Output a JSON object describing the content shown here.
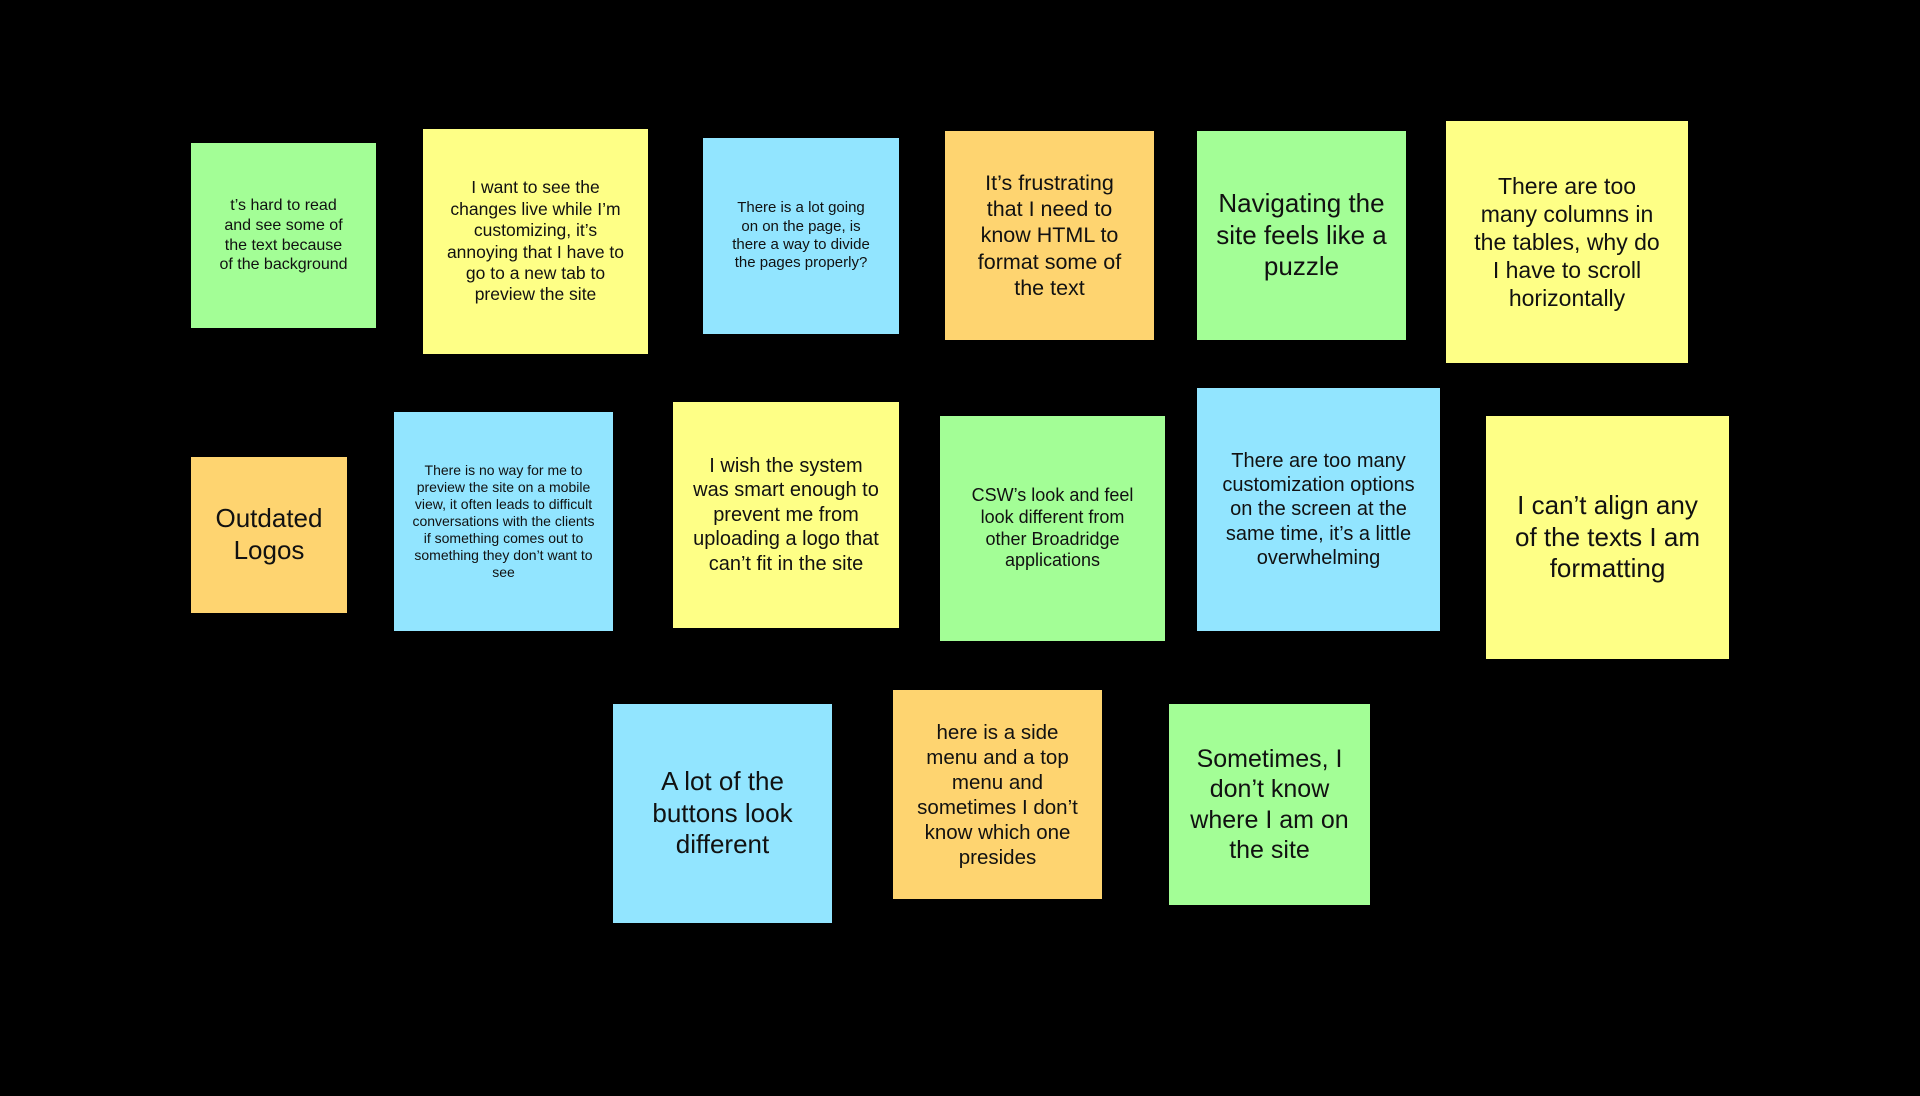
{
  "board": {
    "colors": {
      "background": "#000000",
      "green": "#a3fe96",
      "yellow": "#feff86",
      "blue": "#92e5ff",
      "orange": "#fed470"
    },
    "notes": [
      {
        "text": "t’s hard to read and see some of the text because of the background",
        "color": "green"
      },
      {
        "text": "I want to see the changes live while I’m customizing, it’s annoying that I have to go to a new tab to preview the site",
        "color": "yellow"
      },
      {
        "text": "There is a lot going on on the page, is there a way to divide the pages properly?",
        "color": "blue"
      },
      {
        "text": "It’s frustrating that I need to know HTML to format some of the text",
        "color": "orange"
      },
      {
        "text": "Navigating the site feels like a puzzle",
        "color": "green"
      },
      {
        "text": "There are too many columns in the tables, why do I have to scroll horizontally",
        "color": "yellow"
      },
      {
        "text": "Outdated Logos",
        "color": "orange"
      },
      {
        "text": "There is no way for me to preview the site on a mobile view, it often leads to difficult conversations with the clients if something comes out to something they don’t want to see",
        "color": "blue"
      },
      {
        "text": "I wish the system was smart enough to prevent me from uploading a logo that can’t fit in the site",
        "color": "yellow"
      },
      {
        "text": "CSW’s look and feel look different from other Broadridge applications",
        "color": "green"
      },
      {
        "text": "There are too many customization options on the screen at the same time, it’s a little overwhelming",
        "color": "blue"
      },
      {
        "text": "I can’t align any of the texts I am formatting",
        "color": "yellow"
      },
      {
        "text": "A lot of the buttons look different",
        "color": "blue"
      },
      {
        "text": "here is a side menu and a top menu and sometimes I don’t know which one presides",
        "color": "orange"
      },
      {
        "text": "Sometimes, I don’t know where I am on the site",
        "color": "green"
      }
    ]
  }
}
